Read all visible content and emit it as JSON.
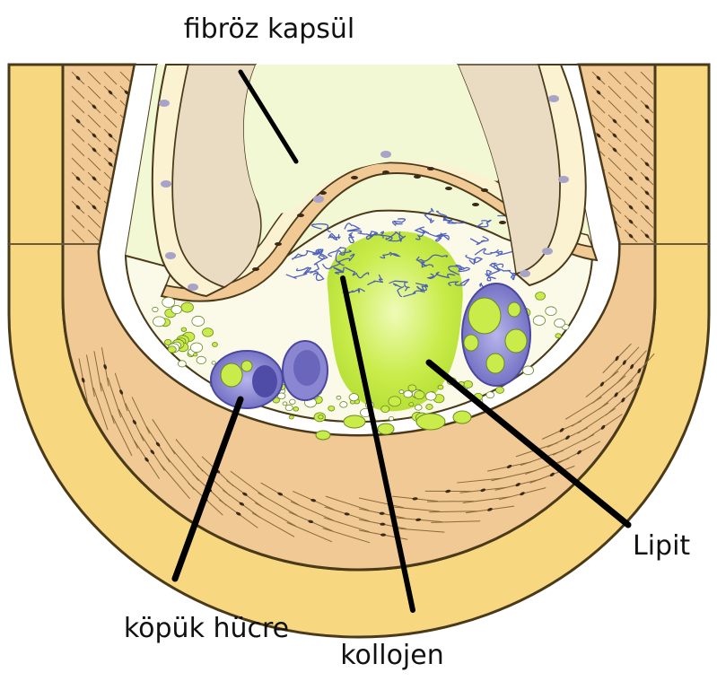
{
  "labels": {
    "fibrous_cap": "fibröz kapsül",
    "lipid": "Lipit",
    "foam_cell": "köpük hücre",
    "collagen": "kollojen"
  },
  "colors": {
    "adventitia": "#f7d780",
    "outline": "#4a3a1a",
    "smooth_muscle": "#f0c994",
    "muscle_line": "#8a6a3a",
    "nucleus": "#3a2a18",
    "lumen": "#f3f8d4",
    "intima_pale": "#fbf2d2",
    "endothelium_grey": "#e6dcc8",
    "lipid_green": "#c9ec4a",
    "lipid_light": "#dff59a",
    "collagen_blue": "#3f52b8",
    "foam_purple": "#8a86d2",
    "foam_dark": "#5c5aa8",
    "pointer": "#000000"
  }
}
